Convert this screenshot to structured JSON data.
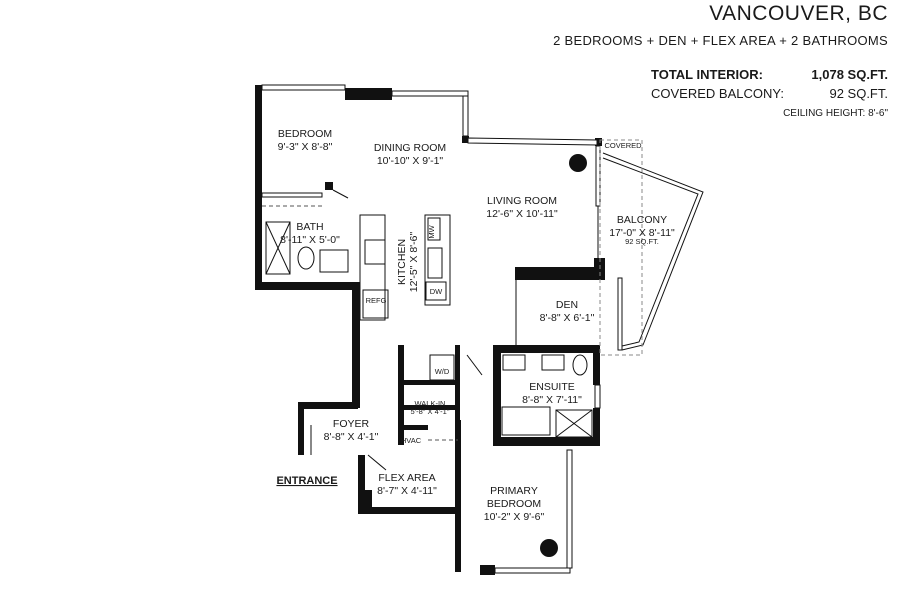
{
  "header": {
    "title": "VANCOUVER, BC",
    "subtitle": "2 BEDROOMS + DEN + FLEX AREA + 2 BATHROOMS",
    "total_interior_label": "TOTAL INTERIOR:",
    "total_interior_value": "1,078 SQ.FT.",
    "balcony_label": "COVERED BALCONY:",
    "balcony_value": "92 SQ.FT.",
    "ceiling": "CEILING HEIGHT: 8'-6\""
  },
  "rooms": {
    "bedroom": {
      "name": "BEDROOM",
      "dims": "9'-3\" X 8'-8\""
    },
    "dining": {
      "name": "DINING ROOM",
      "dims": "10'-10\" X 9'-1\""
    },
    "living": {
      "name": "LIVING ROOM",
      "dims": "12'-6\" X 10'-11\""
    },
    "bath": {
      "name": "BATH",
      "dims": "8'-11\" X 5'-0\""
    },
    "kitchen": {
      "name": "KITCHEN",
      "dims": "12'-5\" X 8'-6\""
    },
    "balcony": {
      "name": "BALCONY",
      "dims": "17'-0\" X 8'-11\"",
      "area": "92 SQ.FT.",
      "covered": "COVERED"
    },
    "den": {
      "name": "DEN",
      "dims": "8'-8\" X 6'-1\""
    },
    "ensuite": {
      "name": "ENSUITE",
      "dims": "8'-8\" X 7'-11\""
    },
    "walkin": {
      "name": "WALK-IN",
      "dims": "5'-8\" X 4'-1\""
    },
    "foyer": {
      "name": "FOYER",
      "dims": "8'-8\" X 4'-1\""
    },
    "flex": {
      "name": "FLEX AREA",
      "dims": "8'-7\" X 4'-11\""
    },
    "primary": {
      "name1": "PRIMARY",
      "name2": "BEDROOM",
      "dims": "10'-2\" X 9'-6\""
    }
  },
  "fixtures": {
    "mw": "MW",
    "dw": "DW",
    "refg": "REFG",
    "wd": "W/D",
    "hvac": "HVAC"
  },
  "entrance": "ENTRANCE"
}
